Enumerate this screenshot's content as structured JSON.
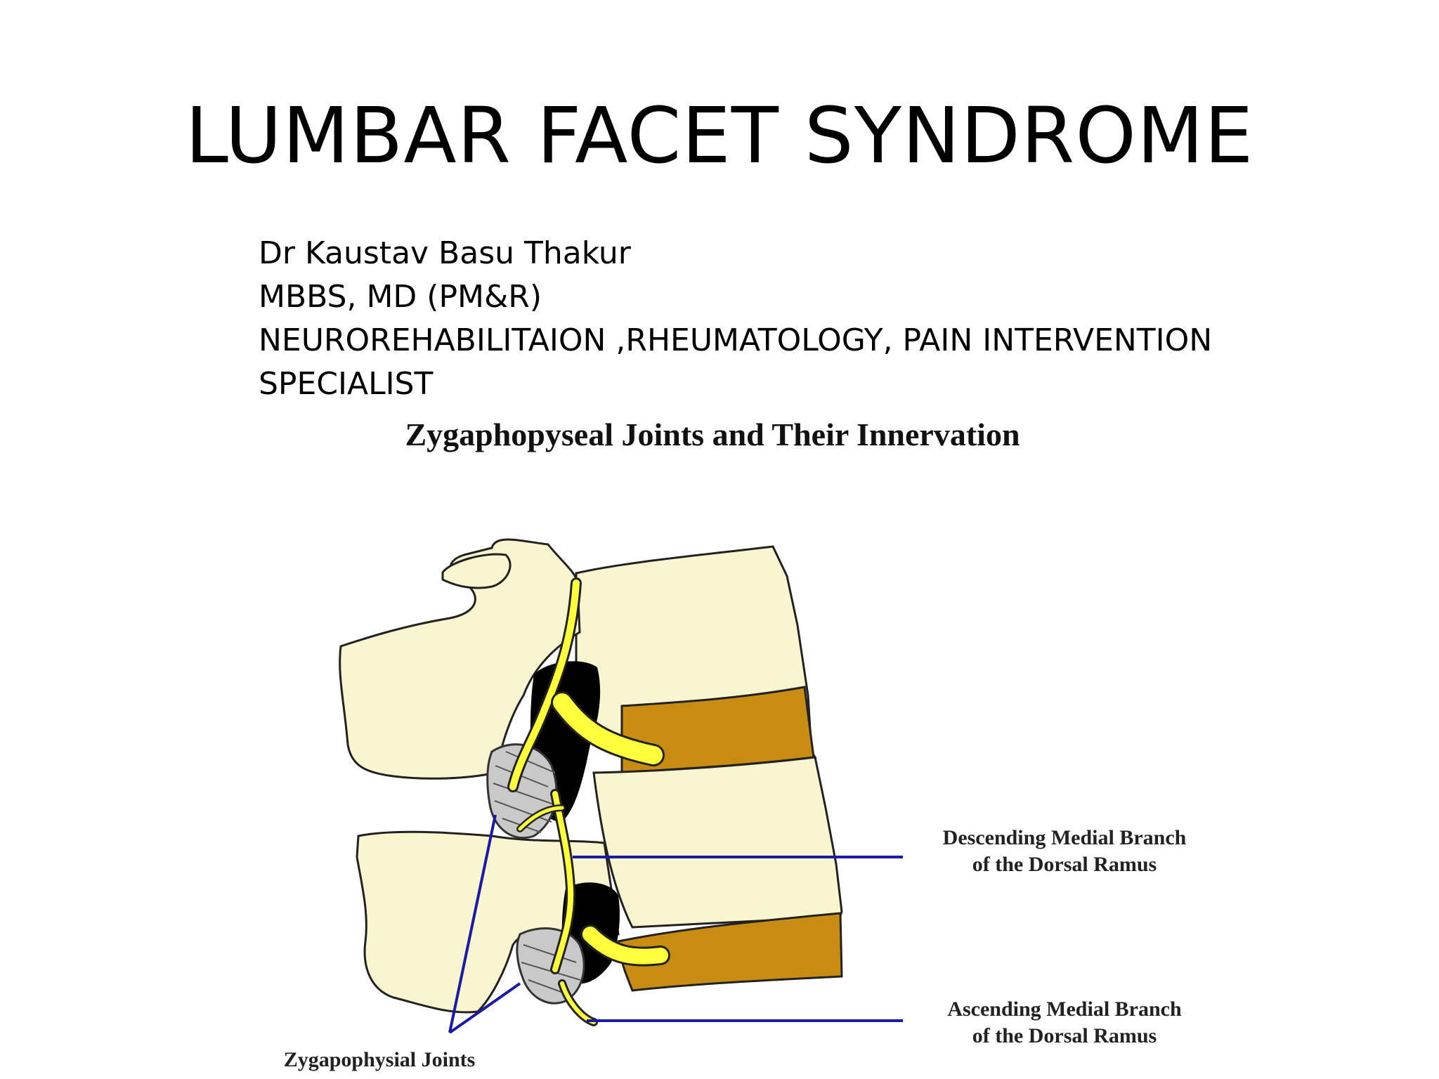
{
  "slide": {
    "title": "LUMBAR FACET SYNDROME",
    "author_lines": [
      "Dr Kaustav Basu Thakur",
      "MBBS, MD (PM&R)",
      "NEUROREHABILITAION ,RHEUMATOLOGY, PAIN INTERVENTION",
      "SPECIALIST"
    ]
  },
  "figure": {
    "title": "Zygaphopyseal Joints and Their Innervation",
    "labels": {
      "descending_line1": "Descending Medial Branch",
      "descending_line2": "of the Dorsal Ramus",
      "ascending_line1": "Ascending Medial Branch",
      "ascending_line2": "of the Dorsal Ramus",
      "joints": "Zygapophysial Joints"
    },
    "colors": {
      "bone": "#f8f5cf",
      "disc": "#c98c12",
      "nerve": "#ffff3c",
      "foramen": "#000000",
      "leader_line": "#1a1aa6",
      "outline": "#222222"
    }
  }
}
